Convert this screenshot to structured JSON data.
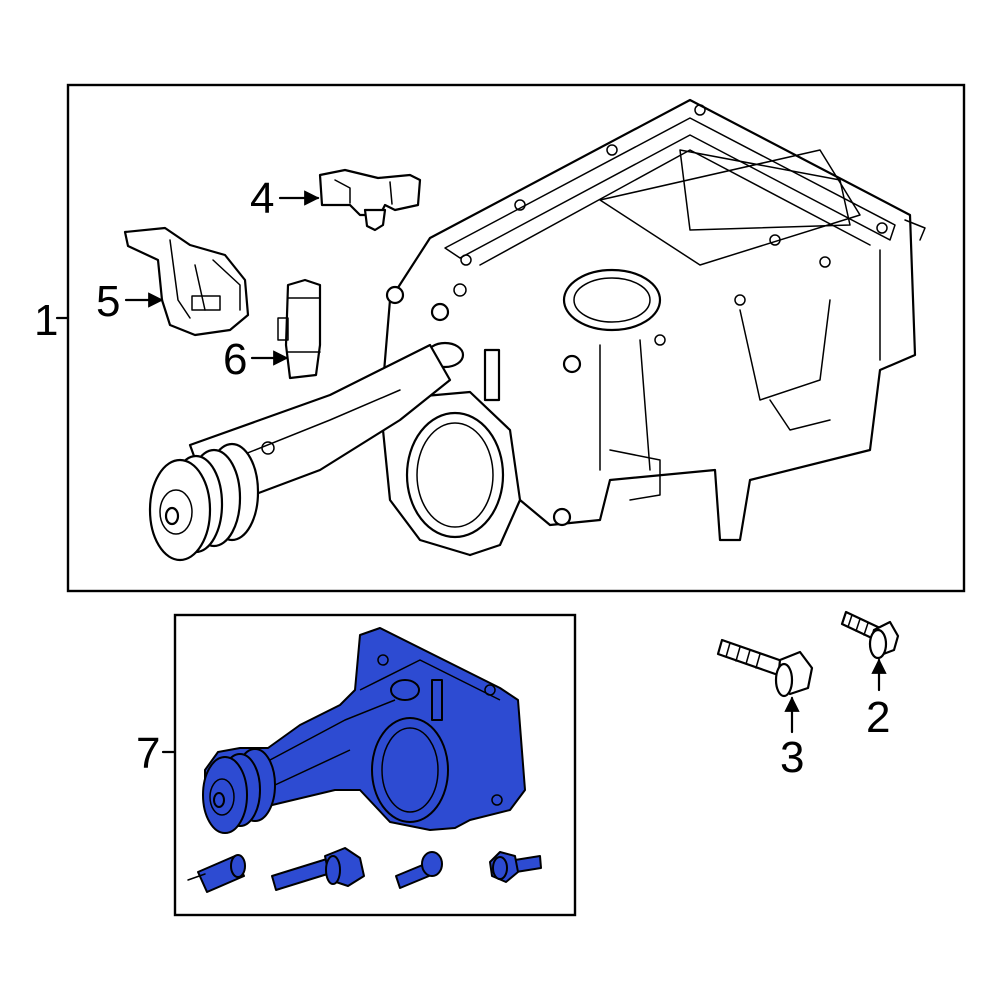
{
  "colors": {
    "highlight": "#2d4bd2",
    "line": "#000000",
    "background": "#ffffff"
  },
  "callouts": {
    "c1": "1",
    "c2": "2",
    "c3": "3",
    "c4": "4",
    "c5": "5",
    "c6": "6",
    "c7": "7"
  }
}
